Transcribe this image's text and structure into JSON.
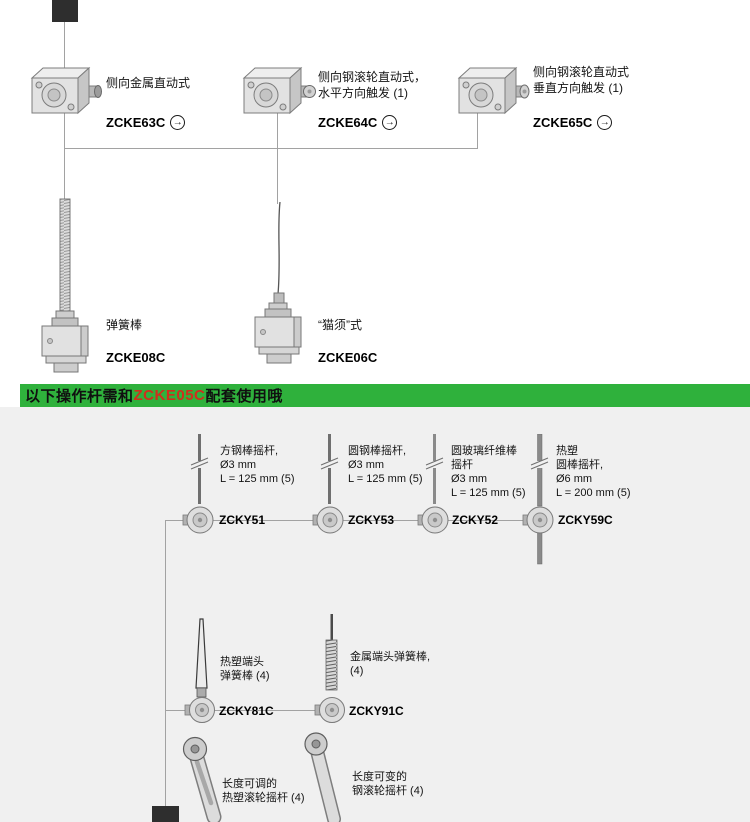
{
  "banner": {
    "prefix": "以下操作杆需和",
    "code": "ZCKE05C",
    "suffix": "配套使用哦"
  },
  "icons": {
    "link_arrow": "→"
  },
  "heads": [
    {
      "desc": "侧向金属直动式",
      "code": "ZCKE63C"
    },
    {
      "desc": "侧向钢滚轮直动式，\n水平方向触发 (1)",
      "code": "ZCKE64C"
    },
    {
      "desc": "侧向钢滚轮直动式\n垂直方向触发 (1)",
      "code": "ZCKE65C"
    }
  ],
  "springs": [
    {
      "desc": "弹簧棒",
      "code": "ZCKE08C"
    },
    {
      "desc": "“猫须”式",
      "code": "ZCKE06C"
    }
  ],
  "rod_levers": [
    {
      "desc": "方钢棒摇杆,\nØ3 mm\nL = 125 mm (5)",
      "code": "ZCKY51"
    },
    {
      "desc": "圆钢棒摇杆,\nØ3 mm\nL = 125 mm (5)",
      "code": "ZCKY53"
    },
    {
      "desc": "圆玻璃纤维棒\n摇杆\nØ3 mm\nL = 125 mm (5)",
      "code": "ZCKY52"
    },
    {
      "desc": "热塑\n圆棒摇杆,\nØ6 mm\nL = 200 mm (5)",
      "code": "ZCKY59C"
    }
  ],
  "spring_levers": [
    {
      "desc": "热塑端头\n弹簧棒 (4)",
      "code": "ZCKY81C"
    },
    {
      "desc": "金属端头弹簧棒,\n(4)",
      "code": "ZCKY91C"
    }
  ],
  "roller_levers": [
    {
      "desc": "长度可调的\n热塑滚轮摇杆 (4)"
    },
    {
      "desc": "长度可变的\n钢滚轮摇杆 (4)"
    }
  ],
  "colors": {
    "banner_green": "#2fb13c",
    "banner_code_red": "#cf2f1d",
    "section_gray": "#f0f0f0",
    "connector_gray": "#a2a2a2"
  }
}
